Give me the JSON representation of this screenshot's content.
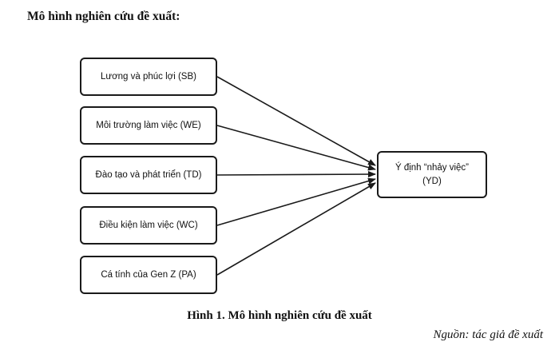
{
  "heading": "Mô hình nghiên cứu đề xuất:",
  "factors": [
    "Lương và phúc lợi (SB)",
    "Môi trường làm việc (WE)",
    "Đào tạo và phát triển (TD)",
    "Điều kiện làm việc (WC)",
    "Cá tính của Gen Z (PA)"
  ],
  "outcome": {
    "line1": "Ý định “nhảy việc”",
    "line2": "(YD)"
  },
  "caption": "Hình 1. Mô hình nghiên cứu đề xuất",
  "source": "Nguồn: tác giả đề xuất",
  "colors": {
    "stroke": "#1a1a1a",
    "text": "#111111"
  }
}
